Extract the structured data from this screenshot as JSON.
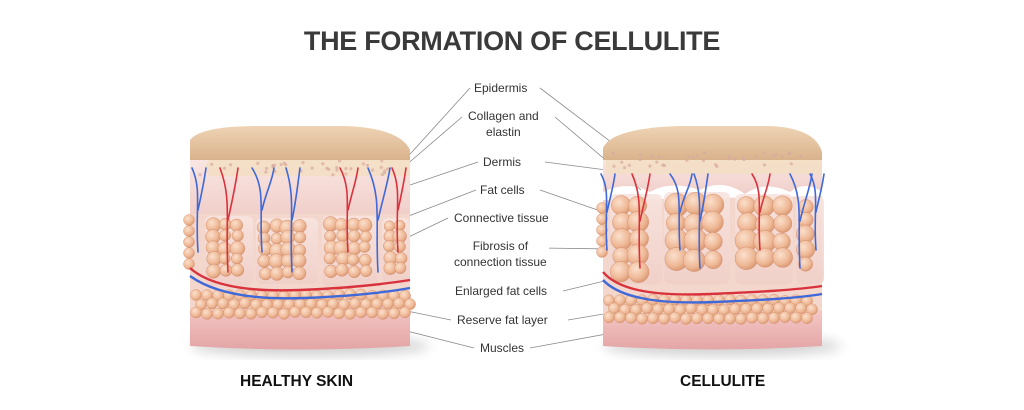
{
  "title": "THE FORMATION OF CELLULITE",
  "captions": {
    "left": "HEALTHY SKIN",
    "right": "CELLULITE"
  },
  "labels": [
    {
      "key": "epidermis",
      "text": "Epidermis"
    },
    {
      "key": "collagen",
      "line1": "Collagen and",
      "line2": "elastin"
    },
    {
      "key": "dermis",
      "text": "Dermis"
    },
    {
      "key": "fat_cells",
      "text": "Fat cells"
    },
    {
      "key": "connective",
      "text": "Connective tissue"
    },
    {
      "key": "fibrosis",
      "line1": "Fibrosis of",
      "line2": "connection tissue"
    },
    {
      "key": "enlarged",
      "text": "Enlarged fat cells"
    },
    {
      "key": "reserve",
      "text": "Reserve fat layer"
    },
    {
      "key": "muscles",
      "text": "Muscles"
    }
  ],
  "colors": {
    "epidermis": "#e5c4a1",
    "dermis": "#f6dcd8",
    "fat_cell": "#eab08f",
    "muscle": "#efb9b9",
    "artery": "#d9323d",
    "vein": "#3f68d8",
    "leader": "#8a8a8a"
  }
}
